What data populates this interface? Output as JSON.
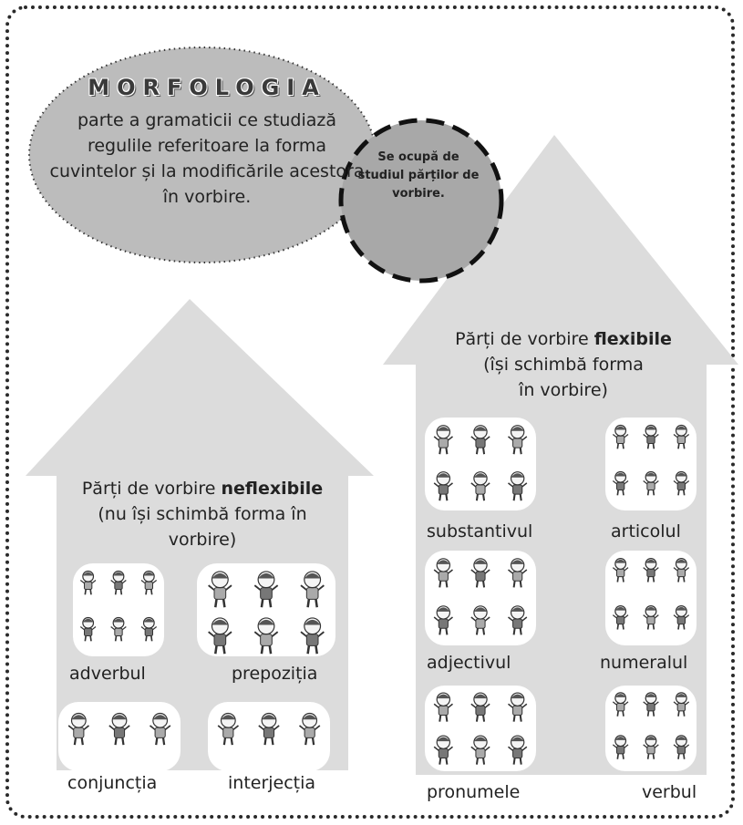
{
  "morfologia": {
    "title": "MORFOLOGIA",
    "definition": "parte a gramaticii ce studiază regulile referitoare la forma cuvintelor și la modificările acestora în vorbire."
  },
  "circle": {
    "text": "Se ocupă de studiul părților de vorbire."
  },
  "flexibile": {
    "title_prefix": "Părți de vorbire",
    "title_bold": "flexibile",
    "subtitle": "(își schimbă forma în vorbire)",
    "items": [
      "substantivul",
      "articolul",
      "adjectivul",
      "numeralul",
      "pronumele",
      "verbul"
    ]
  },
  "neflexibile": {
    "title_prefix": "Părți de vorbire",
    "title_bold": "neflexibile",
    "subtitle": "(nu își schimbă forma în vorbire)",
    "items": [
      "adverbul",
      "prepoziția",
      "conjuncția",
      "interjecția"
    ]
  },
  "colors": {
    "house_fill": "#dcdcdc",
    "ellipse_fill": "#bcbcbc",
    "circle_fill": "#a8a8a8",
    "tile_fill": "#ffffff"
  }
}
